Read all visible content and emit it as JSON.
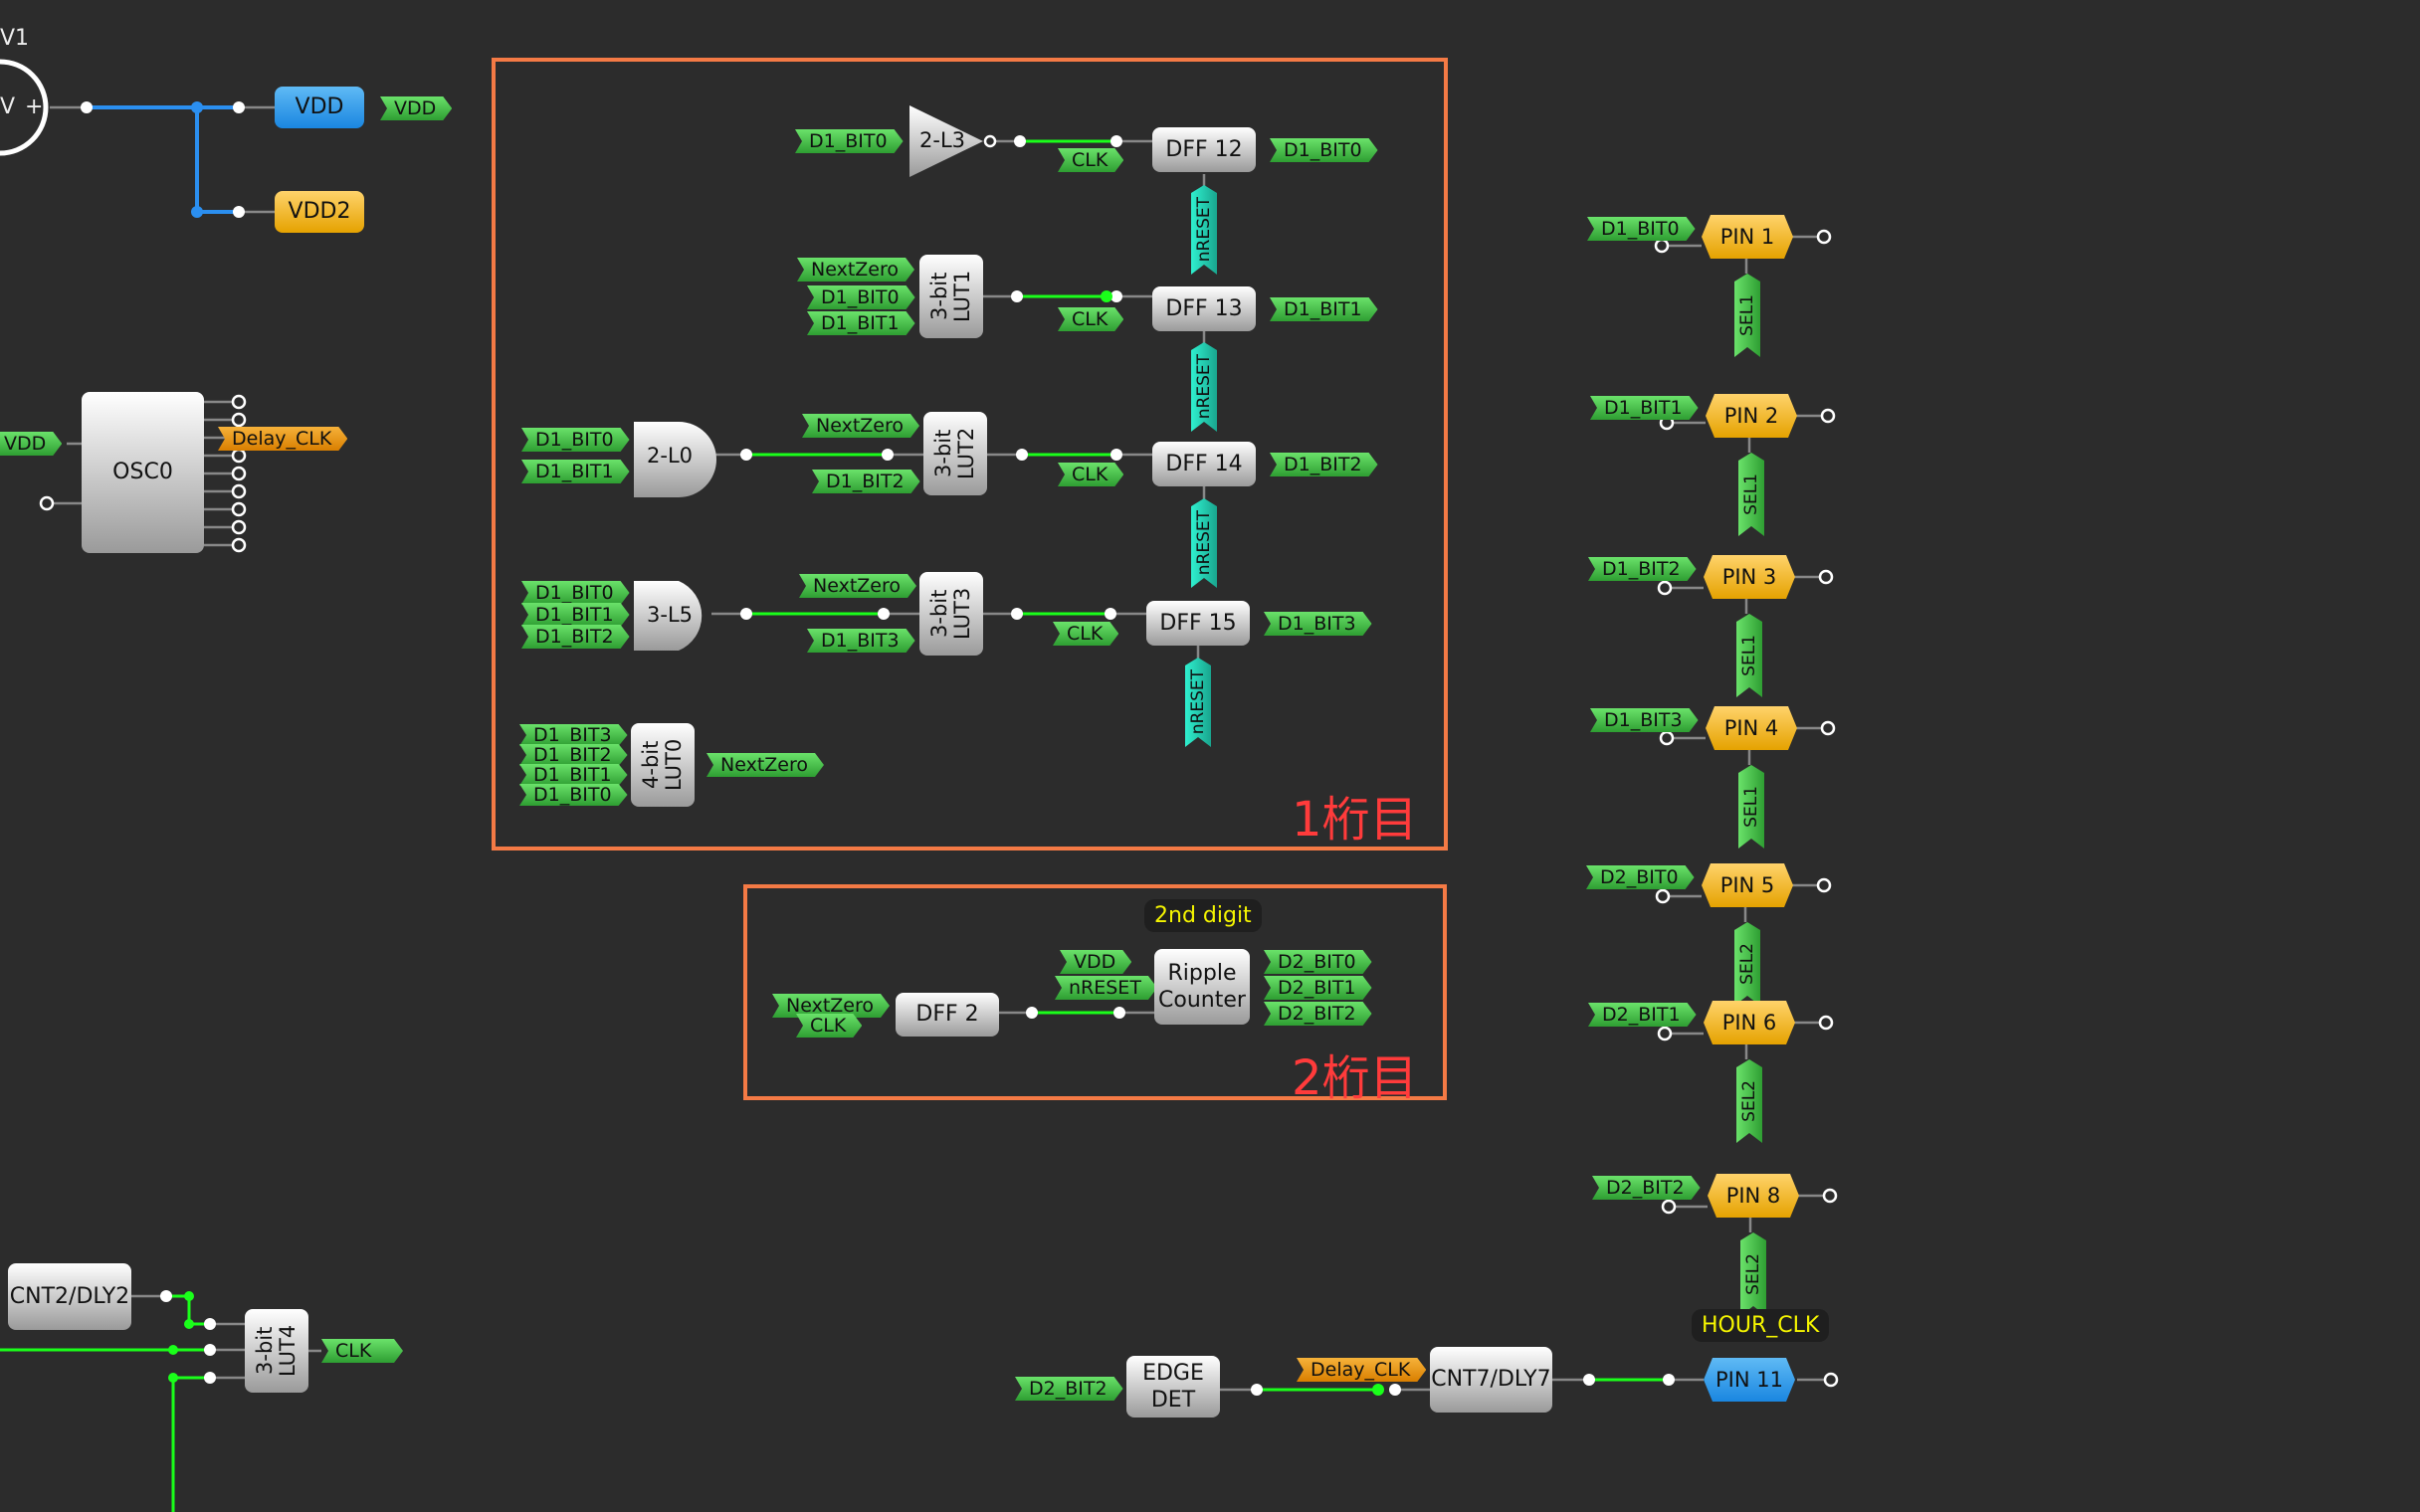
{
  "source": {
    "label": "V1",
    "symbol": "V",
    "polarity": "+"
  },
  "power": {
    "vdd": "VDD",
    "vdd2": "VDD2",
    "vdd_out_tag": "VDD"
  },
  "osc": {
    "label": "OSC0",
    "in_tag": "VDD",
    "out_tag": "Delay_CLK"
  },
  "digit1": {
    "frame_label": "1桁目",
    "inverter": {
      "label": "2-L3",
      "in_tag": "D1_BIT0"
    },
    "dff12": {
      "label": "DFF 12",
      "clk": "CLK",
      "out": "D1_BIT0",
      "reset": "nRESET"
    },
    "lut1": {
      "label": "3-bit LUT1",
      "inputs": [
        "NextZero",
        "D1_BIT0",
        "D1_BIT1"
      ]
    },
    "dff13": {
      "label": "DFF 13",
      "clk": "CLK",
      "out": "D1_BIT1",
      "reset": "nRESET"
    },
    "and2": {
      "label": "2-L0",
      "inputs": [
        "D1_BIT0",
        "D1_BIT1"
      ]
    },
    "lut2": {
      "label": "3-bit LUT2",
      "inputs": [
        "NextZero",
        "D1_BIT2"
      ]
    },
    "dff14": {
      "label": "DFF 14",
      "clk": "CLK",
      "out": "D1_BIT2",
      "reset": "nRESET"
    },
    "and3": {
      "label": "3-L5",
      "inputs": [
        "D1_BIT0",
        "D1_BIT1",
        "D1_BIT2"
      ]
    },
    "lut3": {
      "label": "3-bit LUT3",
      "inputs": [
        "NextZero",
        "D1_BIT3"
      ]
    },
    "dff15": {
      "label": "DFF 15",
      "clk": "CLK",
      "out": "D1_BIT3",
      "reset": "nRESET"
    },
    "lut0": {
      "label": "4-bit LUT0",
      "inputs": [
        "D1_BIT3",
        "D1_BIT2",
        "D1_BIT1",
        "D1_BIT0"
      ],
      "out": "NextZero"
    }
  },
  "digit2": {
    "frame_label": "2桁目",
    "note": "2nd digit",
    "dff2": {
      "label": "DFF 2",
      "inputs": [
        "NextZero",
        "CLK"
      ]
    },
    "ripple": {
      "label_line1": "Ripple",
      "label_line2": "Counter",
      "inputs": [
        "VDD",
        "nRESET"
      ],
      "outputs": [
        "D2_BIT0",
        "D2_BIT1",
        "D2_BIT2"
      ]
    }
  },
  "pins": [
    {
      "label": "PIN 1",
      "in": "D1_BIT0",
      "sel": "SEL1"
    },
    {
      "label": "PIN 2",
      "in": "D1_BIT1",
      "sel": "SEL1"
    },
    {
      "label": "PIN 3",
      "in": "D1_BIT2",
      "sel": "SEL1"
    },
    {
      "label": "PIN 4",
      "in": "D1_BIT3",
      "sel": "SEL1"
    },
    {
      "label": "PIN 5",
      "in": "D2_BIT0",
      "sel": "SEL2"
    },
    {
      "label": "PIN 6",
      "in": "D2_BIT1",
      "sel": "SEL2"
    },
    {
      "label": "PIN 8",
      "in": "D2_BIT2",
      "sel": "SEL2"
    }
  ],
  "hour": {
    "note": "HOUR_CLK",
    "edge_in": "D2_BIT2",
    "edge_line1": "EDGE",
    "edge_line2": "DET",
    "delay_tag": "Delay_CLK",
    "cnt7": "CNT7/DLY7",
    "pin11": "PIN 11"
  },
  "clkgen": {
    "cnt2": "CNT2/DLY2",
    "lut4": "3-bit LUT4",
    "out": "CLK"
  },
  "colors": {
    "wire_active": "#1aff1a",
    "wire_power": "#2b8ff0",
    "frame": "#f47a45",
    "frame_text": "#ff3b3b",
    "note_text": "#f5f500"
  }
}
